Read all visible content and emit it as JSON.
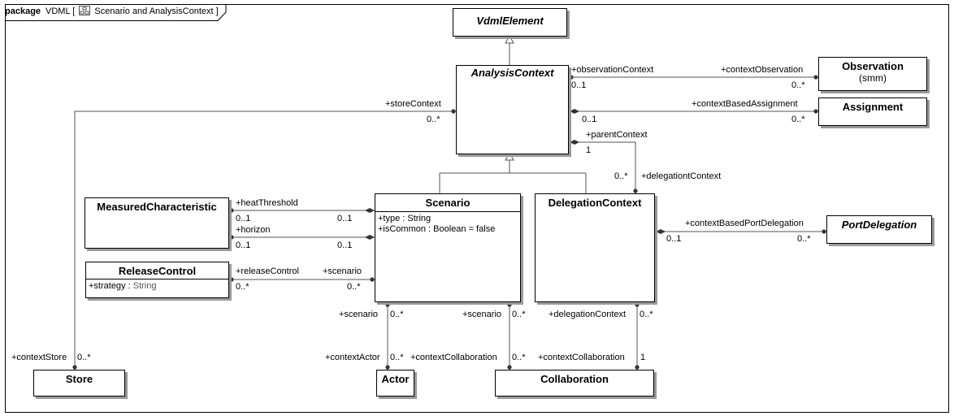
{
  "frame": {
    "keyword": "package",
    "name": "VDML [",
    "diagram_title": "Scenario and AnalysisContext ]",
    "icon": "class-diagram-icon"
  },
  "classes": {
    "vdml_element": {
      "name": "VdmlElement"
    },
    "analysis_context": {
      "name": "AnalysisContext"
    },
    "observation": {
      "name": "Observation",
      "sub": "(smm)"
    },
    "assignment": {
      "name": "Assignment"
    },
    "measured_characteristic": {
      "name": "MeasuredCharacteristic"
    },
    "scenario": {
      "name": "Scenario",
      "attr1_name": "+type : ",
      "attr1_type": "String",
      "attr2_name": "+isCommon : ",
      "attr2_type": "Boolean = false"
    },
    "delegation_context": {
      "name": "DelegationContext"
    },
    "port_delegation": {
      "name": "PortDelegation"
    },
    "release_control": {
      "name": "ReleaseControl",
      "attr1_name": "+strategy : ",
      "attr1_type": "String"
    },
    "store": {
      "name": "Store"
    },
    "actor": {
      "name": "Actor"
    },
    "collaboration": {
      "name": "Collaboration"
    }
  },
  "labels": {
    "observation_context": "+observationContext",
    "observation_context_mult": "0..1",
    "context_observation": "+contextObservation",
    "context_observation_mult": "0..*",
    "context_based_assignment": "+contextBasedAssignment",
    "assignment_ac_mult": "0..1",
    "assignment_mult": "0..*",
    "store_context": "+storeContext",
    "store_context_mult": "0..*",
    "parent_context": "+parentContext",
    "parent_context_mult": "1",
    "delegation_context_mult": "0..*",
    "delegationt_context": "+delegationtContext",
    "heat_threshold": "+heatThreshold",
    "heat_threshold_mult_left": "0..1",
    "heat_threshold_mult_right": "0..1",
    "horizon": "+horizon",
    "horizon_mult_left": "0..1",
    "horizon_mult_right": "0..1",
    "release_control": "+releaseControl",
    "release_scenario": "+scenario",
    "release_control_mult": "0..*",
    "release_scenario_mult": "0..*",
    "context_based_port_delegation": "+contextBasedPortDelegation",
    "port_delegation_dc_mult": "0..1",
    "port_delegation_mult": "0..*",
    "actor_scenario": "+scenario",
    "actor_scenario_mult": "0..*",
    "context_actor": "+contextActor",
    "context_actor_mult": "0..*",
    "collab_scenario": "+scenario",
    "collab_scenario_mult": "0..*",
    "context_collaboration": "+contextCollaboration",
    "context_collaboration_mult": "0..*",
    "dc_delegation_context": "+delegationContext",
    "dc_delegation_context_mult": "0..*",
    "dc_context_collaboration": "+contextCollaboration",
    "dc_context_collaboration_mult": "1",
    "context_store": "+contextStore",
    "context_store_mult": "0..*"
  }
}
